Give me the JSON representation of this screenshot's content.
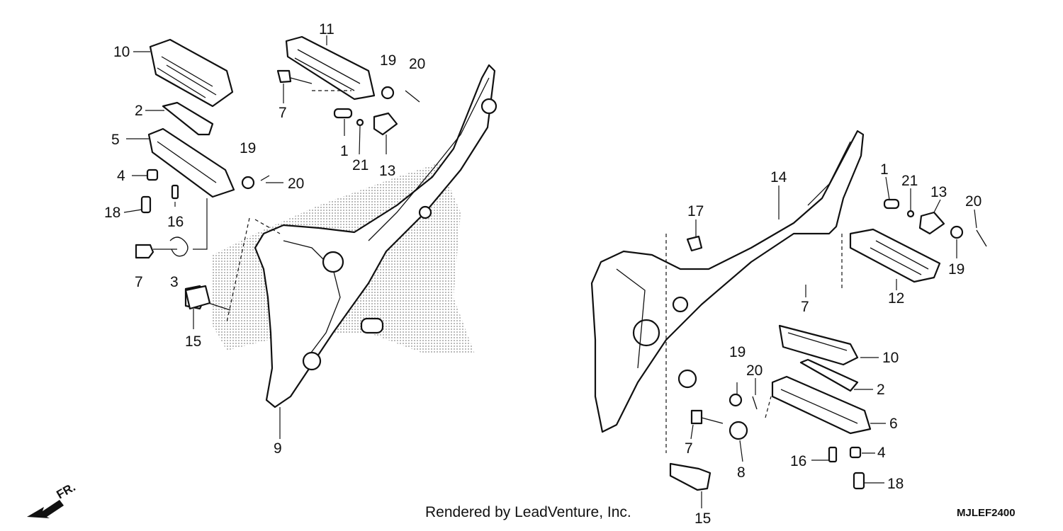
{
  "callouts": [
    {
      "id": "L10",
      "text": "10"
    },
    {
      "id": "L11",
      "text": "11"
    },
    {
      "id": "L19a",
      "text": "19"
    },
    {
      "id": "L20a",
      "text": "20"
    },
    {
      "id": "L2a",
      "text": "2"
    },
    {
      "id": "L7a",
      "text": "7"
    },
    {
      "id": "L1a",
      "text": "1"
    },
    {
      "id": "L21a",
      "text": "21"
    },
    {
      "id": "L13a",
      "text": "13"
    },
    {
      "id": "L5",
      "text": "5"
    },
    {
      "id": "L19b",
      "text": "19"
    },
    {
      "id": "L20b",
      "text": "20"
    },
    {
      "id": "L4a",
      "text": "4"
    },
    {
      "id": "L18a",
      "text": "18"
    },
    {
      "id": "L16a",
      "text": "16"
    },
    {
      "id": "L7b",
      "text": "7"
    },
    {
      "id": "L3",
      "text": "3"
    },
    {
      "id": "L15a",
      "text": "15"
    },
    {
      "id": "L9",
      "text": "9"
    },
    {
      "id": "L14",
      "text": "14"
    },
    {
      "id": "L17",
      "text": "17"
    },
    {
      "id": "L1b",
      "text": "1"
    },
    {
      "id": "L21b",
      "text": "21"
    },
    {
      "id": "L13b",
      "text": "13"
    },
    {
      "id": "L20c",
      "text": "20"
    },
    {
      "id": "L19c",
      "text": "19"
    },
    {
      "id": "L12",
      "text": "12"
    },
    {
      "id": "L7c",
      "text": "7"
    },
    {
      "id": "L10b",
      "text": "10"
    },
    {
      "id": "L2b",
      "text": "2"
    },
    {
      "id": "L19d",
      "text": "19"
    },
    {
      "id": "L20d",
      "text": "20"
    },
    {
      "id": "L6",
      "text": "6"
    },
    {
      "id": "L7d",
      "text": "7"
    },
    {
      "id": "L8",
      "text": "8"
    },
    {
      "id": "L4b",
      "text": "4"
    },
    {
      "id": "L16b",
      "text": "16"
    },
    {
      "id": "L18b",
      "text": "18"
    },
    {
      "id": "L15b",
      "text": "15"
    }
  ],
  "direction_label": "FR.",
  "credit": "Rendered by LeadVenture, Inc.",
  "diagram_code": "MJLEF2400"
}
